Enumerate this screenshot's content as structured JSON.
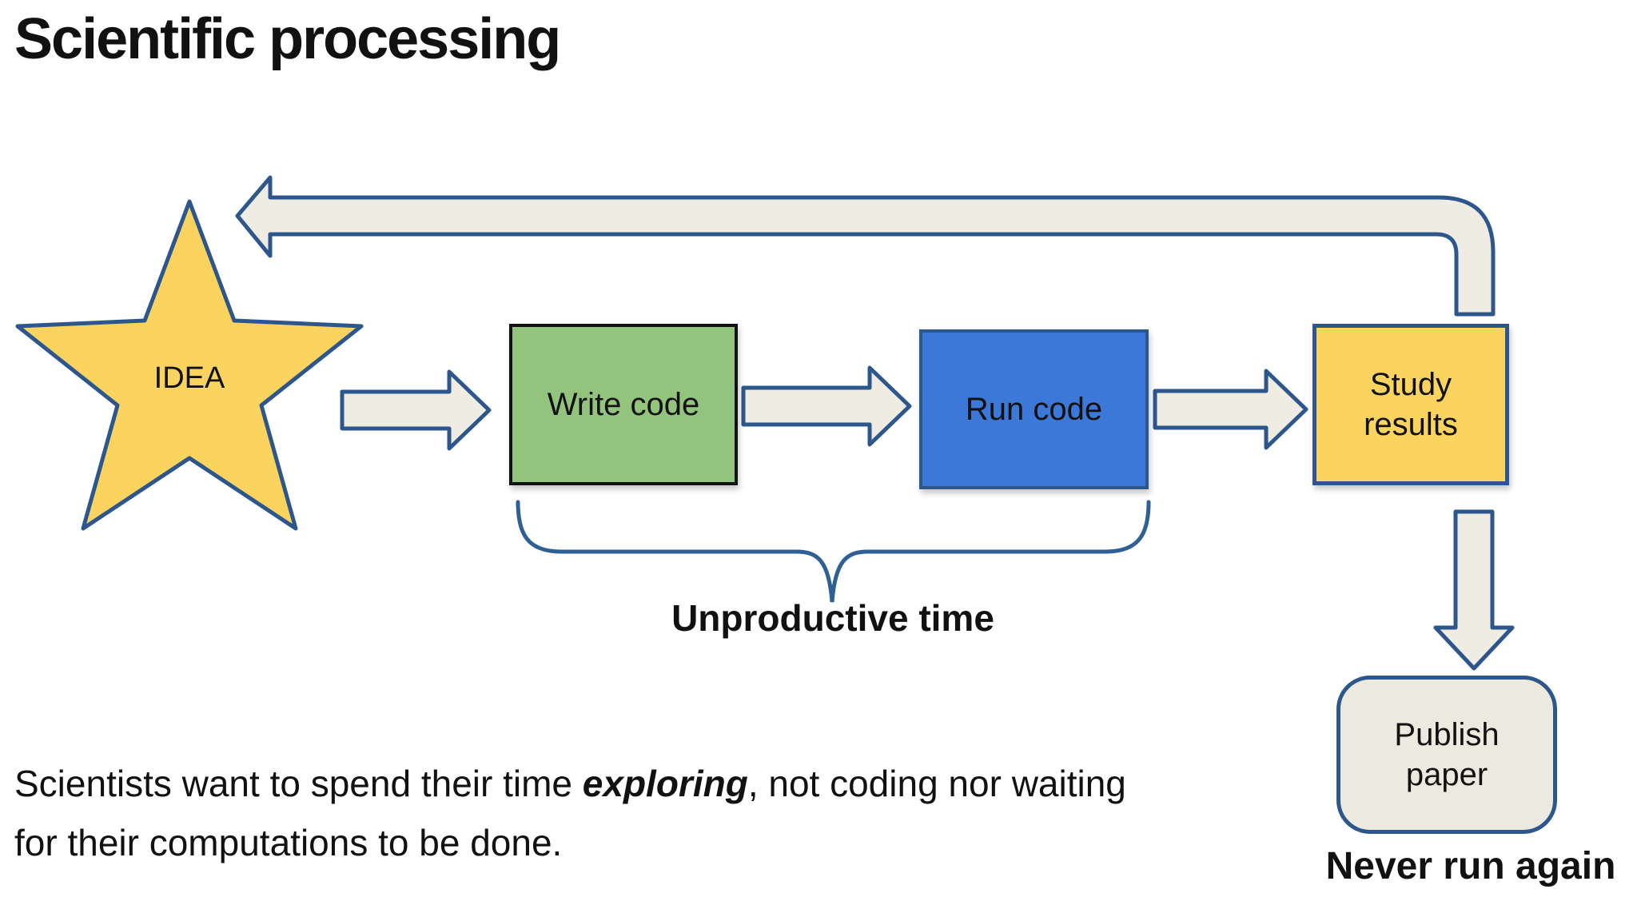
{
  "slide": {
    "title": "Scientific processing"
  },
  "colors": {
    "background": "#ffffff",
    "text": "#111111",
    "outline": "#2d568c",
    "brace": "#2e6094",
    "star_fill": "#fad45e",
    "green_fill": "#93c47d",
    "green_border": "#111111",
    "blue_fill": "#3c78d8",
    "yellow_fill": "#fad45e",
    "cream_fill": "#efece3",
    "publish_fill": "#ece9df"
  },
  "flow": {
    "idea_label": "IDEA",
    "steps": [
      {
        "label": "Write code"
      },
      {
        "label": "Run code"
      },
      {
        "label": "Study results"
      }
    ],
    "publish_label": "Publish paper",
    "publish_caption": "Never run again",
    "brace_label": "Unproductive time"
  },
  "footer": {
    "sentence_start": "Scientists want to spend their time ",
    "sentence_emphasis": "exploring",
    "sentence_end": ", not coding nor waiting for their computations to be done."
  }
}
